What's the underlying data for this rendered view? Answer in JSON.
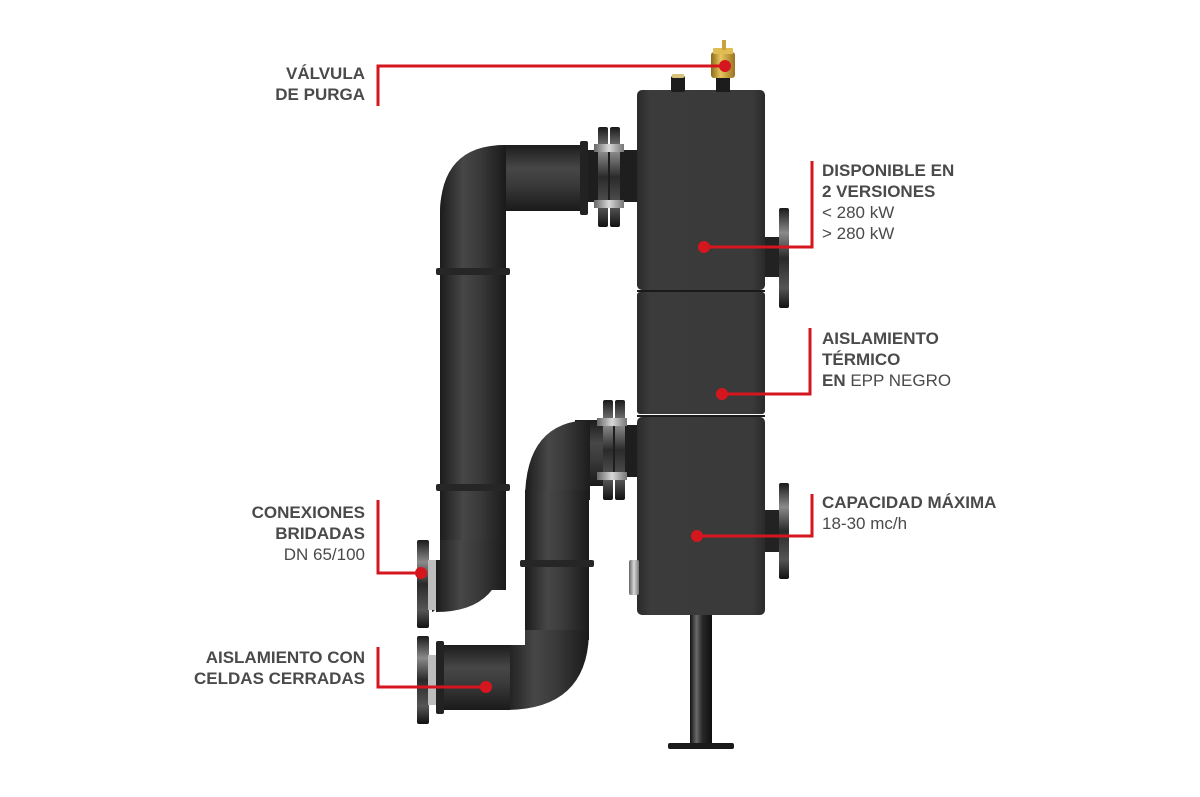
{
  "diagram": {
    "subject": "Hydraulic separator (bottle) with insulated pipe connections",
    "accent_color": "#d5161e",
    "text_color": "#4a4a4a",
    "callouts": [
      {
        "id": "purge-valve",
        "lines": [
          {
            "text": "VÁLVULA",
            "bold": true
          },
          {
            "text": "DE PURGA",
            "bold": true
          }
        ]
      },
      {
        "id": "versions",
        "lines": [
          {
            "text": "DISPONIBLE EN",
            "bold": true
          },
          {
            "text": "2 VERSIONES",
            "bold": true
          },
          {
            "text": "< 280 kW",
            "bold": false
          },
          {
            "text": "> 280 kW",
            "bold": false
          }
        ]
      },
      {
        "id": "thermal-insulation",
        "lines": [
          {
            "text": "AISLAMIENTO",
            "bold": true
          },
          {
            "text": "TÉRMICO",
            "bold": true
          }
        ],
        "last_line": {
          "bold_part": "EN",
          "normal_part": " EPP NEGRO"
        }
      },
      {
        "id": "max-capacity",
        "lines": [
          {
            "text": "CAPACIDAD MÁXIMA",
            "bold": true
          },
          {
            "text": "18-30 mc/h",
            "bold": false
          }
        ]
      },
      {
        "id": "flanged-connections",
        "lines": [
          {
            "text": "CONEXIONES",
            "bold": true
          },
          {
            "text": "BRIDADAS",
            "bold": true
          },
          {
            "text": "DN 65/100",
            "bold": false
          }
        ]
      },
      {
        "id": "closed-cell-insulation",
        "lines": [
          {
            "text": "AISLAMIENTO CON",
            "bold": true
          },
          {
            "text": "CELDAS CERRADAS",
            "bold": true
          }
        ]
      }
    ]
  }
}
